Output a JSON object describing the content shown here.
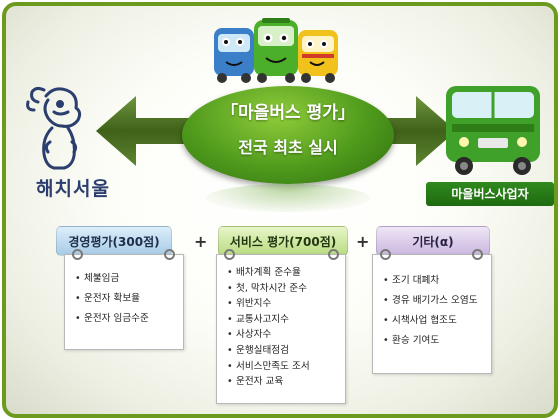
{
  "left_entity": {
    "label": "해치서울",
    "icon": "haechi-icon"
  },
  "right_entity": {
    "label": "마을버스사업자",
    "icon": "green-bus-icon"
  },
  "center": {
    "title": "「마을버스 평가」",
    "subtitle": "전국 최초 실시"
  },
  "categories": [
    {
      "title": "경영평가(300점)",
      "color": "#a8cbe6",
      "items": [
        "체불임금",
        "운전자 확보율",
        "운전자 임금수준"
      ]
    },
    {
      "title": "서비스 평가(700점)",
      "color": "#b9dc82",
      "items": [
        "배차계획 준수율",
        "첫, 막차시간 준수",
        "위반지수",
        "교통사고지수",
        "사상자수",
        "운행실태점검",
        "서비스만족도 조서",
        "운전자 교육"
      ]
    },
    {
      "title": "기타(α)",
      "color": "#cbb7e0",
      "items": [
        "조기 대폐차",
        "경유 배기가스 오염도",
        "시책사업 협조도",
        "환승 기여도"
      ]
    }
  ],
  "operators": [
    "+",
    "+"
  ],
  "colors": {
    "frame": "#6c9a1e",
    "arrow": "#4a6e1a",
    "oval": "#4f9a1c",
    "label_bg": "#2f8a1e"
  }
}
